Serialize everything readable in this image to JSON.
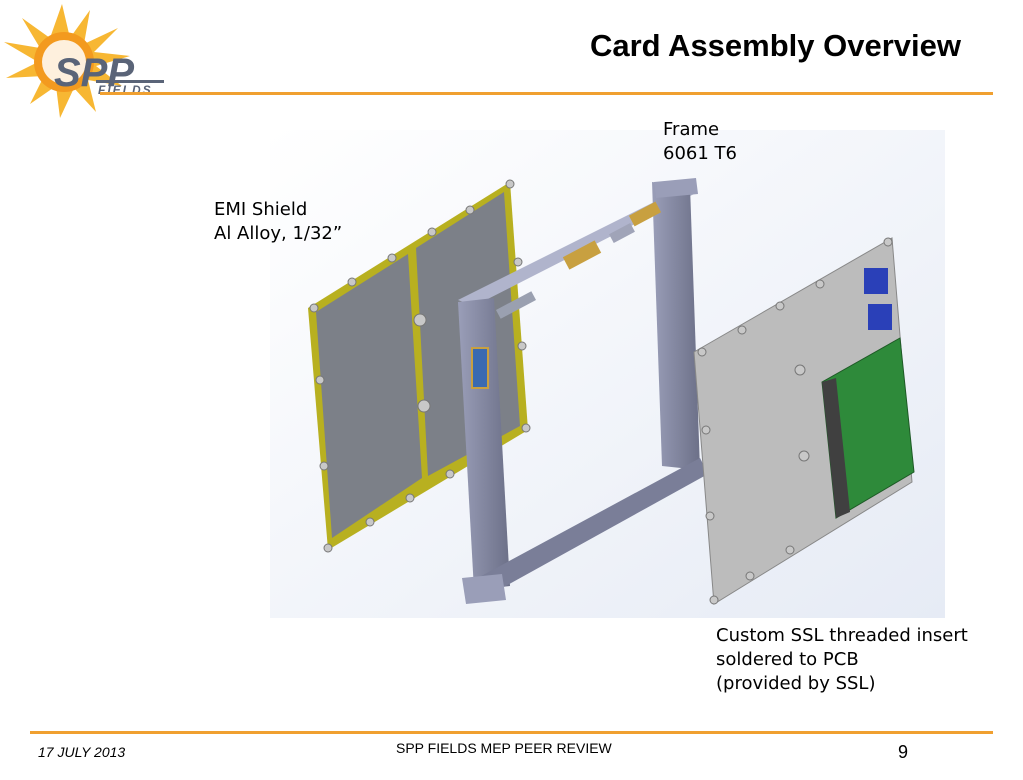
{
  "header": {
    "title": "Card Assembly Overview",
    "logo_text": "SPP",
    "logo_subtext": "FIELDS"
  },
  "callouts": {
    "frame": {
      "line1": "Frame",
      "line2": "6061 T6"
    },
    "emi_shield": {
      "line1": "EMI Shield",
      "line2": "Al Alloy, 1/32”"
    },
    "insert": {
      "line1": "Custom SSL threaded insert",
      "line2": "soldered to PCB",
      "line3": "(provided by SSL)"
    }
  },
  "footer": {
    "date": "17 JULY 2013",
    "center": "SPP FIELDS MEP PEER REVIEW",
    "page": "9"
  },
  "colors": {
    "accent_rule": "#f0a030",
    "shield_panel": "#7c8088",
    "shield_edge": "#b8b020",
    "frame": "#8a8ea8",
    "pcb": "#2e8a3a"
  }
}
